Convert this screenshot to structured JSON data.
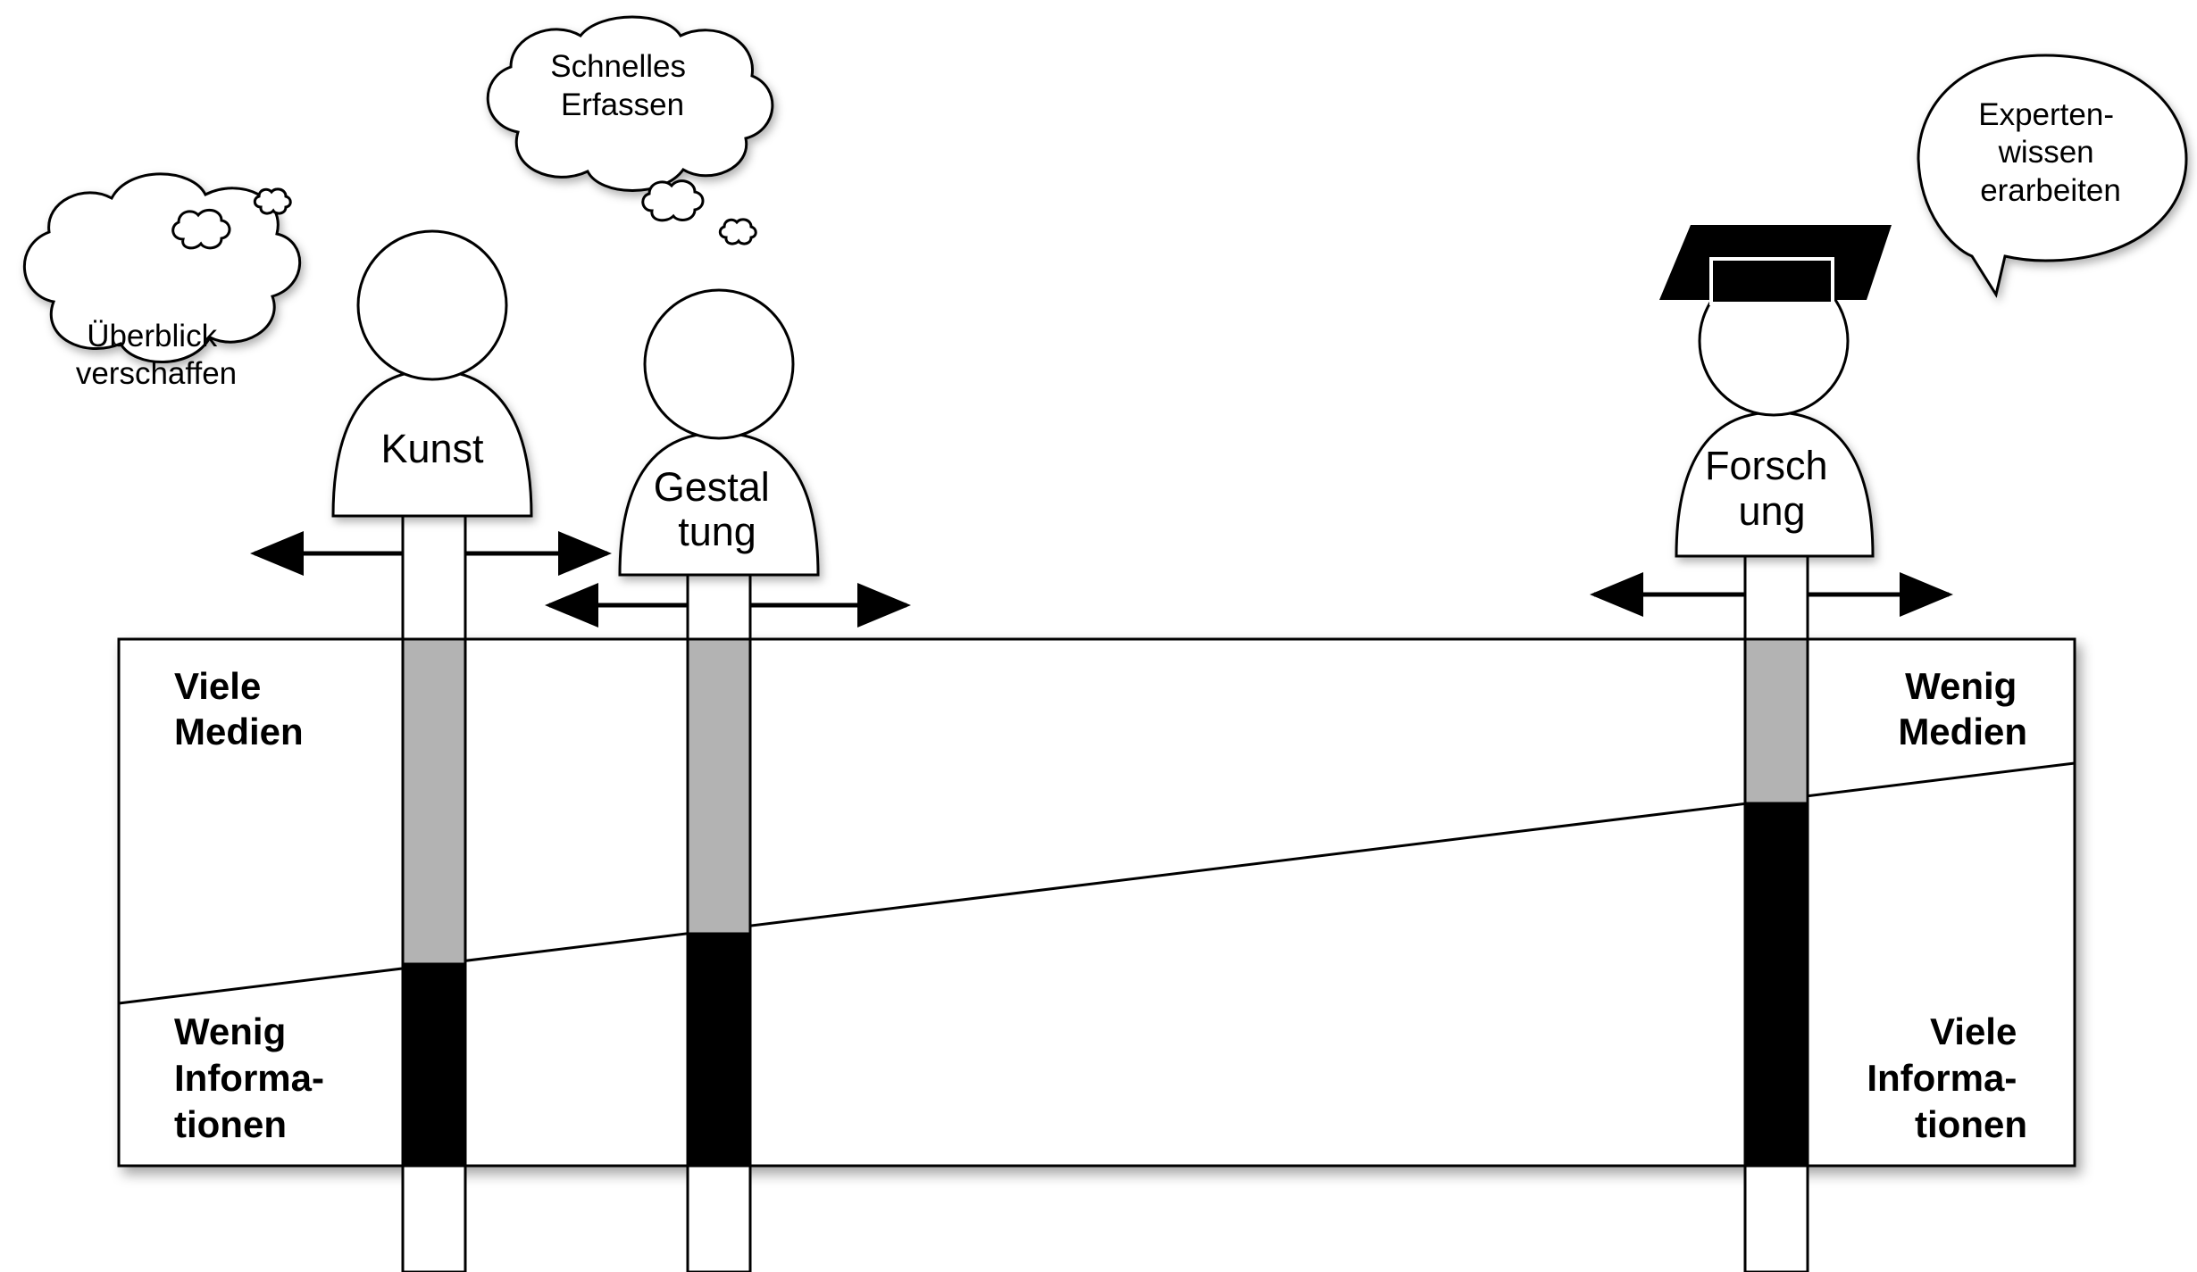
{
  "panel": {
    "top_left": [
      "Viele",
      "Medien"
    ],
    "top_right": [
      "Wenig",
      "Medien"
    ],
    "bottom_left": [
      "Wenig",
      "Informa-",
      "tionen"
    ],
    "bottom_right": [
      "Viele",
      "Informa-",
      "tionen"
    ]
  },
  "figures": [
    {
      "id": "kunst",
      "label": [
        "Kunst"
      ]
    },
    {
      "id": "gestaltung",
      "label": [
        "Gestal",
        "tung"
      ]
    },
    {
      "id": "forschung",
      "label": [
        "Forsch",
        "ung"
      ],
      "hat": "mortarboard-icon"
    }
  ],
  "bubbles": [
    {
      "id": "ueberblick",
      "kind": "thought",
      "lines": [
        "Überblick",
        "verschaffen"
      ]
    },
    {
      "id": "schnelles",
      "kind": "thought",
      "lines": [
        "Schnelles",
        "Erfassen"
      ]
    },
    {
      "id": "experten",
      "kind": "speech",
      "lines": [
        "Experten-",
        "wissen",
        "erarbeiten"
      ]
    }
  ],
  "colors": {
    "media": "#b3b3b3",
    "information": "#000000",
    "outline": "#000000",
    "background": "#ffffff"
  }
}
